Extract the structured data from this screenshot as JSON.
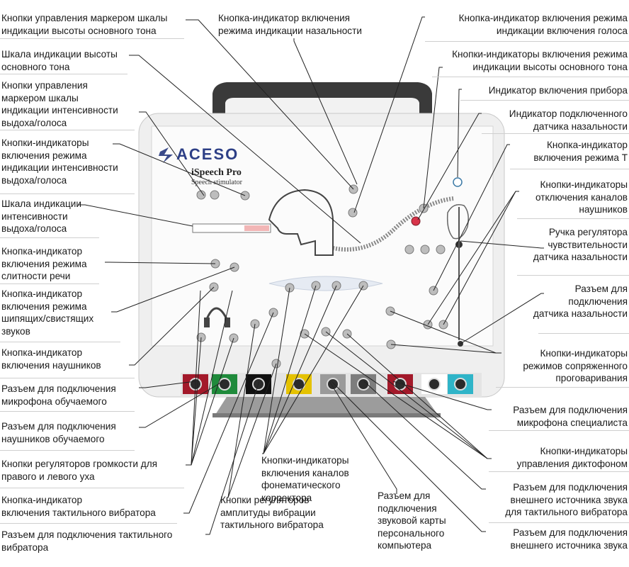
{
  "device": {
    "brand": "ACESO",
    "model": "iSpeech Pro",
    "subtitle": "Speech stimulator"
  },
  "callouts_left": [
    "Кнопки управления маркером шкалы\nиндикации высоты основного тона",
    "Шкала индикации высоты\nосновного тона",
    "Кнопки управления\nмаркером шкалы\nиндикации интенсивности\nвыдоха/голоса",
    "Кнопки-индикаторы\nвключения режима\nиндикации интенсивности\nвыдоха/голоса",
    "Шкала индикации\nинтенсивности\nвыдоха/голоса",
    "Кнопка-индикатор\nвключения режима\nслитности речи",
    "Кнопка-индикатор\nвключения режима\nшипящих/свистящих\nзвуков",
    "Кнопка-индикатор\nвключения наушников",
    "Разъем для подключения\nмикрофона обучаемого",
    "Разъем для подключения\nнаушников обучаемого",
    "Кнопки регуляторов громкости для\nправого и левого уха",
    "Кнопка-индикатор\nвключения тактильного вибратора",
    "Разъем для подключения тактильного\nвибратора"
  ],
  "callouts_center": [
    "Кнопка-индикатор включения\nрежима индикации назальности",
    "Кнопки-индикаторы\nвключения каналов\nфонематического\nкорректора",
    "Кнопки регуляторов\nамплитуды вибрации\nтактильного вибратора",
    "Разъем для\nподключения\nзвуковой карты\nперсонального\nкомпьютера"
  ],
  "callouts_right": [
    "Кнопка-индикатор включения режима\nиндикации включения голоса",
    "Кнопки-индикаторы включения режима\nиндикации высоты основного тона",
    "Индикатор включения прибора",
    "Индикатор подключенного\nдатчика назальности",
    "Кнопка-индикатор\nвключения режима Т",
    "Кнопки-индикаторы\nотключения каналов\nнаушников",
    "Ручка регулятора\nчувствительности\nдатчика назальности",
    "Разъем для\nподключения\nдатчика назальности",
    "Кнопки-индикаторы\nрежимов сопряженного\nпроговаривания",
    "Разъем для подключения\nмикрофона специалиста",
    "Кнопки-индикаторы\nуправления диктофоном",
    "Разъем для подключения\nвнешнего источника звука\nдля тактильного вибратора",
    "Разъем для подключения\nвнешнего источника звука"
  ],
  "connector_colors": [
    "#a3192a",
    "#1f8a3b",
    "#111111",
    "#e5c200",
    "#9a9a9a",
    "#7d7d7d",
    "#a3192a",
    "#ffffff",
    "#2fb4c8"
  ]
}
